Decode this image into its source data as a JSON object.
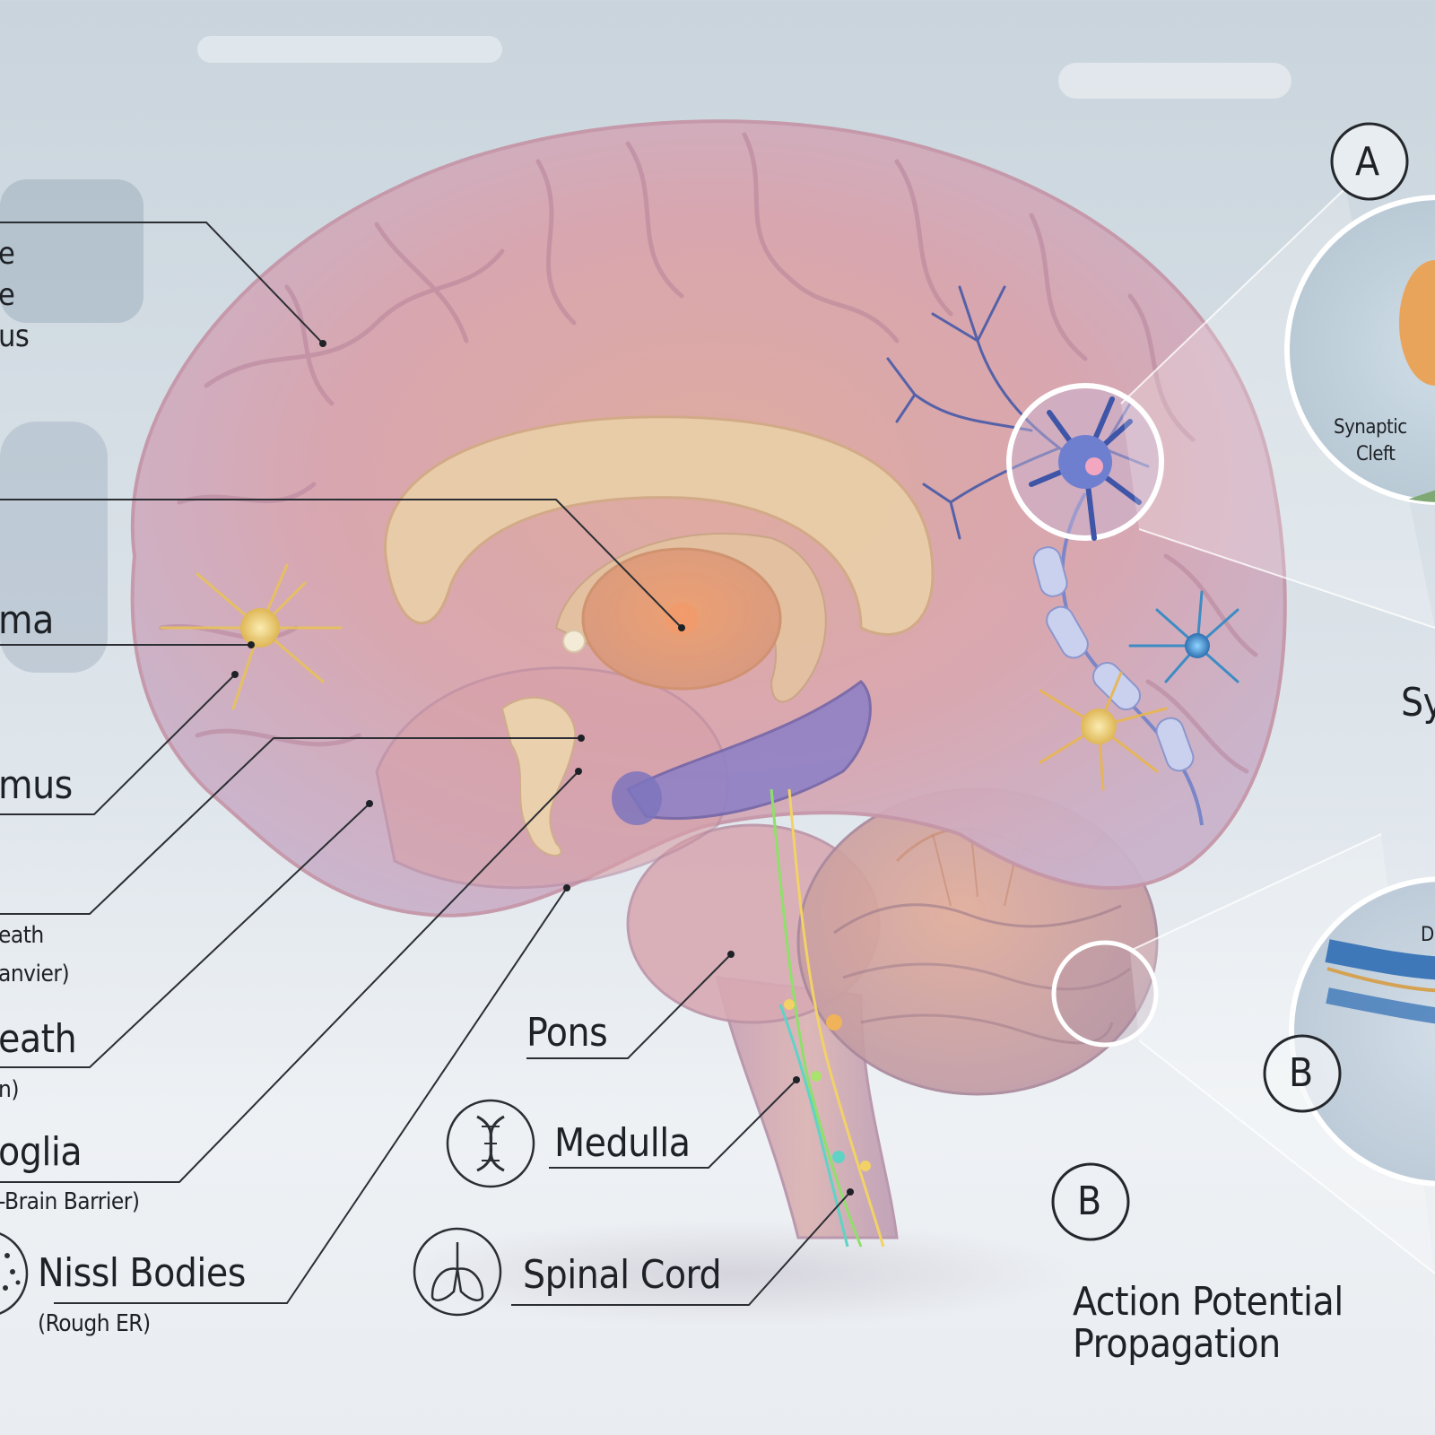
{
  "labels": {
    "cut_top_1": "e",
    "cut_top_2": "e",
    "cut_top_3": "us",
    "cut_ma": "ma",
    "cut_mus": "mus",
    "cut_eath": "eath",
    "cut_anvier": "anvier)",
    "cut_eath2": "eath",
    "cut_n": "n)",
    "cut_oglia": "oglia",
    "cut_barrier": "-Brain Barrier)",
    "nissl_title": "Nissl Bodies",
    "nissl_sub": "(Rough ER)",
    "pons": "Pons",
    "medulla": "Medulla",
    "spinal_cord": "Spinal Cord",
    "synaptic_1": "Synaptic",
    "synaptic_2": "Cleft",
    "cut_sy": "Sy",
    "cut_d": "D",
    "badge_a": "A",
    "badge_b_panel": "B",
    "badge_b_caption": "B",
    "action_1": "Action Potential",
    "action_2": "Propagation"
  },
  "icons": {
    "medulla": "dna-icon",
    "spinal_cord": "lungs-icon",
    "nissl": "cell-granules-icon"
  },
  "colors": {
    "background": "#dbe3ea",
    "cortex": "#d9a3ad",
    "corpus_callosum": "#e8c9a4",
    "neuron_blue": "#3e55a8",
    "astrocyte_gold": "#e8c25a",
    "spinal_green": "#8fe06a",
    "spinal_yellow": "#f2d266",
    "leader_line": "#2b2e33"
  }
}
